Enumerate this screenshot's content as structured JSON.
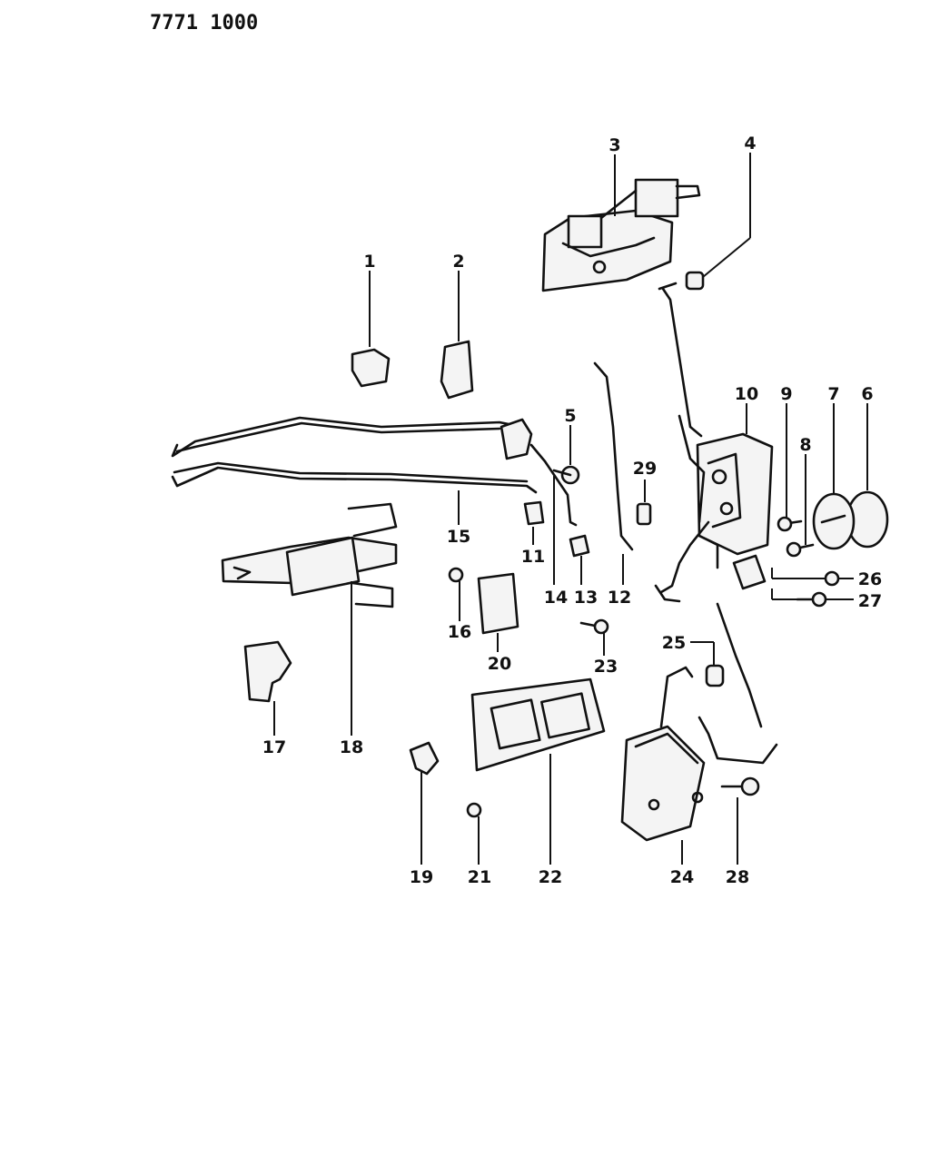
{
  "diagram_code": "7771 1000",
  "callouts": [
    "1",
    "2",
    "3",
    "4",
    "5",
    "6",
    "7",
    "8",
    "9",
    "10",
    "11",
    "12",
    "13",
    "14",
    "15",
    "16",
    "17",
    "18",
    "19",
    "20",
    "21",
    "22",
    "23",
    "24",
    "25",
    "26",
    "27",
    "28",
    "29"
  ]
}
